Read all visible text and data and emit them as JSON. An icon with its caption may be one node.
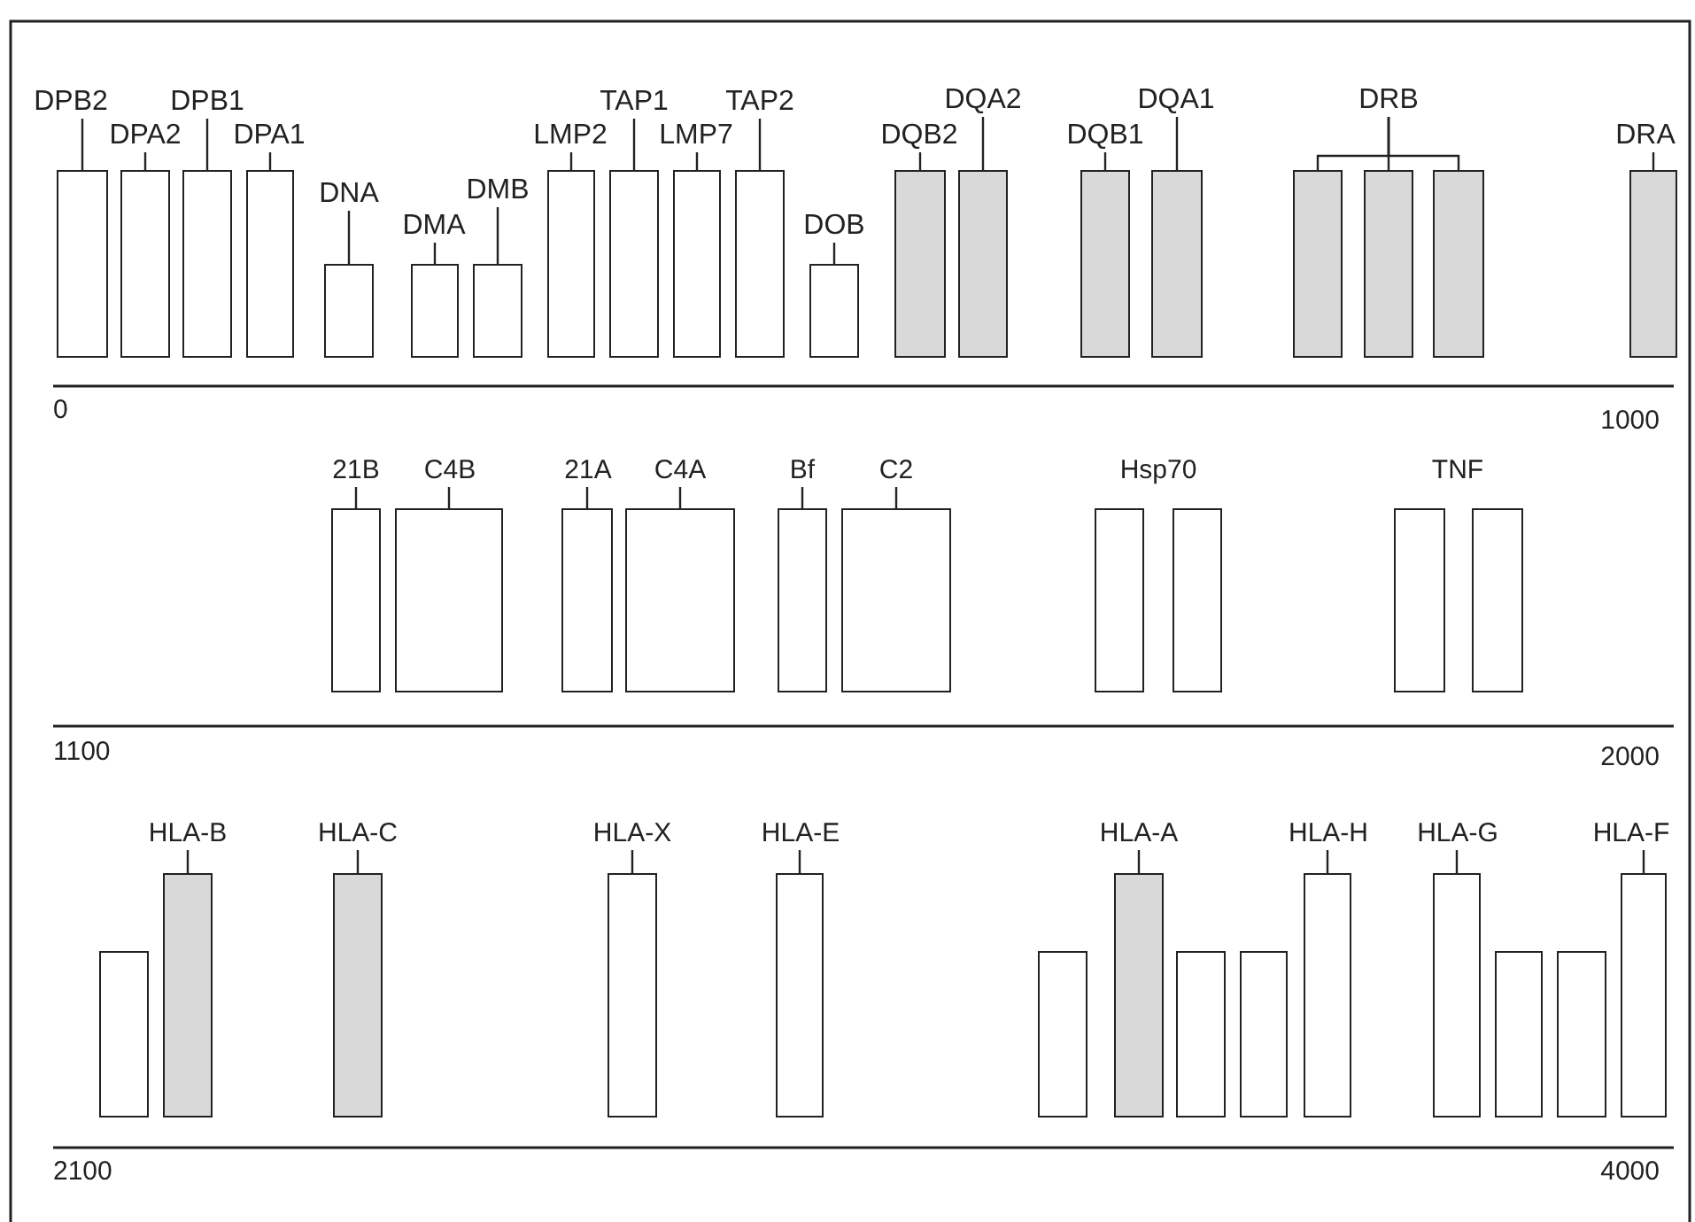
{
  "diagram": {
    "nodes": [
      {
        "text": [
          "DPB2"
        ]
      },
      {
        "text": [],
        "shape": "bar"
      },
      {
        "text": [
          "DPA2"
        ]
      },
      {
        "text": [],
        "shape": "bar"
      },
      {
        "text": [
          "DPB1"
        ]
      },
      {
        "text": [],
        "shape": "bar"
      },
      {
        "text": [
          "DPA1"
        ]
      },
      {
        "text": [],
        "shape": "bar"
      },
      {
        "text": [
          "DNA"
        ]
      },
      {
        "text": [],
        "shape": "bar"
      },
      {
        "text": [
          "DMA"
        ]
      },
      {
        "text": [],
        "shape": "bar"
      },
      {
        "text": [
          "DMB"
        ]
      },
      {
        "text": [],
        "shape": "bar"
      },
      {
        "text": [
          "LMP2"
        ]
      },
      {
        "text": [],
        "shape": "bar"
      },
      {
        "text": [
          "TAP1"
        ]
      },
      {
        "text": [],
        "shape": "bar"
      },
      {
        "text": [
          "LMP7"
        ]
      },
      {
        "text": [],
        "shape": "bar"
      },
      {
        "text": [
          "TAP2"
        ]
      },
      {
        "text": [],
        "shape": "bar"
      },
      {
        "text": [
          "DOB"
        ]
      },
      {
        "text": [],
        "shape": "bar"
      },
      {
        "text": [
          "DQB2"
        ]
      },
      {
        "text": [],
        "shape": "bar"
      },
      {
        "text": [
          "DQA2"
        ]
      },
      {
        "text": [],
        "shape": "bar"
      },
      {
        "text": [
          "DQB1"
        ]
      },
      {
        "text": [],
        "shape": "bar"
      },
      {
        "text": [
          "DQA1"
        ]
      },
      {
        "text": [],
        "shape": "bar"
      },
      {
        "text": [
          "DRB"
        ]
      },
      {
        "text": [],
        "shape": "bar"
      },
      {
        "text": [],
        "shape": "bar"
      },
      {
        "text": [],
        "shape": "bar"
      },
      {
        "text": [
          "DRA"
        ]
      },
      {
        "text": [],
        "shape": "bar"
      },
      {
        "text": [
          "21B"
        ]
      },
      {
        "text": [],
        "shape": "bar"
      },
      {
        "text": [
          "C4B"
        ]
      },
      {
        "text": [],
        "shape": "bar"
      },
      {
        "text": [
          "21A"
        ]
      },
      {
        "text": [],
        "shape": "bar"
      },
      {
        "text": [
          "C4A"
        ]
      },
      {
        "text": [],
        "shape": "bar"
      },
      {
        "text": [
          "Bf"
        ]
      },
      {
        "text": [],
        "shape": "bar"
      },
      {
        "text": [
          "C2"
        ]
      },
      {
        "text": [],
        "shape": "bar"
      },
      {
        "text": [],
        "shape": "bar"
      },
      {
        "text": [],
        "shape": "bar"
      },
      {
        "text": [],
        "shape": "bar"
      },
      {
        "text": [],
        "shape": "bar"
      },
      {
        "text": [],
        "shape": "bar"
      },
      {
        "text": [
          "HLA-B"
        ]
      },
      {
        "text": [],
        "shape": "bar"
      },
      {
        "text": [
          "HLA-C"
        ]
      },
      {
        "text": [],
        "shape": "bar"
      },
      {
        "text": [
          "HLA-X"
        ]
      },
      {
        "text": [],
        "shape": "bar"
      },
      {
        "text": [
          "HLA-E"
        ]
      },
      {
        "text": [],
        "shape": "bar"
      },
      {
        "text": [],
        "shape": "bar"
      },
      {
        "text": [
          "HLA-A"
        ]
      },
      {
        "text": [],
        "shape": "bar"
      },
      {
        "text": [],
        "shape": "bar"
      },
      {
        "text": [],
        "shape": "bar"
      },
      {
        "text": [
          "HLA-H"
        ]
      },
      {
        "text": [],
        "shape": "bar"
      },
      {
        "text": [
          "HLA-G"
        ]
      },
      {
        "text": [],
        "shape": "bar"
      },
      {
        "text": [],
        "shape": "bar"
      },
      {
        "text": [],
        "shape": "bar"
      },
      {
        "text": [
          "HLA-F"
        ]
      },
      {
        "text": [],
        "shape": "bar"
      }
    ],
    "edges": [
      {
        "from": 0,
        "to": 1,
        "arrow": "none"
      },
      {
        "from": 2,
        "to": 3,
        "arrow": "none"
      },
      {
        "from": 4,
        "to": 5,
        "arrow": "none"
      },
      {
        "from": 6,
        "to": 7,
        "arrow": "none"
      },
      {
        "from": 8,
        "to": 9,
        "arrow": "none"
      },
      {
        "from": 10,
        "to": 11,
        "arrow": "none"
      },
      {
        "from": 12,
        "to": 13,
        "arrow": "none"
      },
      {
        "from": 14,
        "to": 15,
        "arrow": "none"
      },
      {
        "from": 16,
        "to": 17,
        "arrow": "none"
      },
      {
        "from": 18,
        "to": 19,
        "arrow": "none"
      },
      {
        "from": 20,
        "to": 21,
        "arrow": "none"
      },
      {
        "from": 22,
        "to": 23,
        "arrow": "none"
      },
      {
        "from": 24,
        "to": 25,
        "arrow": "none"
      },
      {
        "from": 26,
        "to": 27,
        "arrow": "none"
      },
      {
        "from": 28,
        "to": 29,
        "arrow": "none"
      },
      {
        "from": 30,
        "to": 31,
        "arrow": "none"
      },
      {
        "from": 32,
        "to": 33,
        "arrow": "none"
      },
      {
        "from": 32,
        "to": 34,
        "arrow": "none"
      },
      {
        "from": 32,
        "to": 35,
        "arrow": "none"
      },
      {
        "from": 36,
        "to": 37,
        "arrow": "none"
      },
      {
        "from": 38,
        "to": 39,
        "arrow": "none"
      },
      {
        "from": 40,
        "to": 41,
        "arrow": "none"
      },
      {
        "from": 42,
        "to": 43,
        "arrow": "none"
      },
      {
        "from": 44,
        "to": 45,
        "arrow": "none"
      },
      {
        "from": 46,
        "to": 47,
        "arrow": "none"
      },
      {
        "from": 48,
        "to": 49,
        "arrow": "none"
      },
      {
        "from": 55,
        "to": 56,
        "arrow": "none"
      },
      {
        "from": 57,
        "to": 58,
        "arrow": "none"
      },
      {
        "from": 59,
        "to": 60,
        "arrow": "none"
      },
      {
        "from": 61,
        "to": 62,
        "arrow": "none"
      },
      {
        "from": 64,
        "to": 65,
        "arrow": "none"
      },
      {
        "from": 68,
        "to": 69,
        "arrow": "none"
      },
      {
        "from": 70,
        "to": 71,
        "arrow": "none"
      },
      {
        "from": 74,
        "to": 75,
        "arrow": "none"
      }
    ],
    "labels": [
      "0",
      "1000",
      "Hsp70",
      "TNF",
      "1100",
      "2000",
      "2100",
      "4000"
    ]
  }
}
